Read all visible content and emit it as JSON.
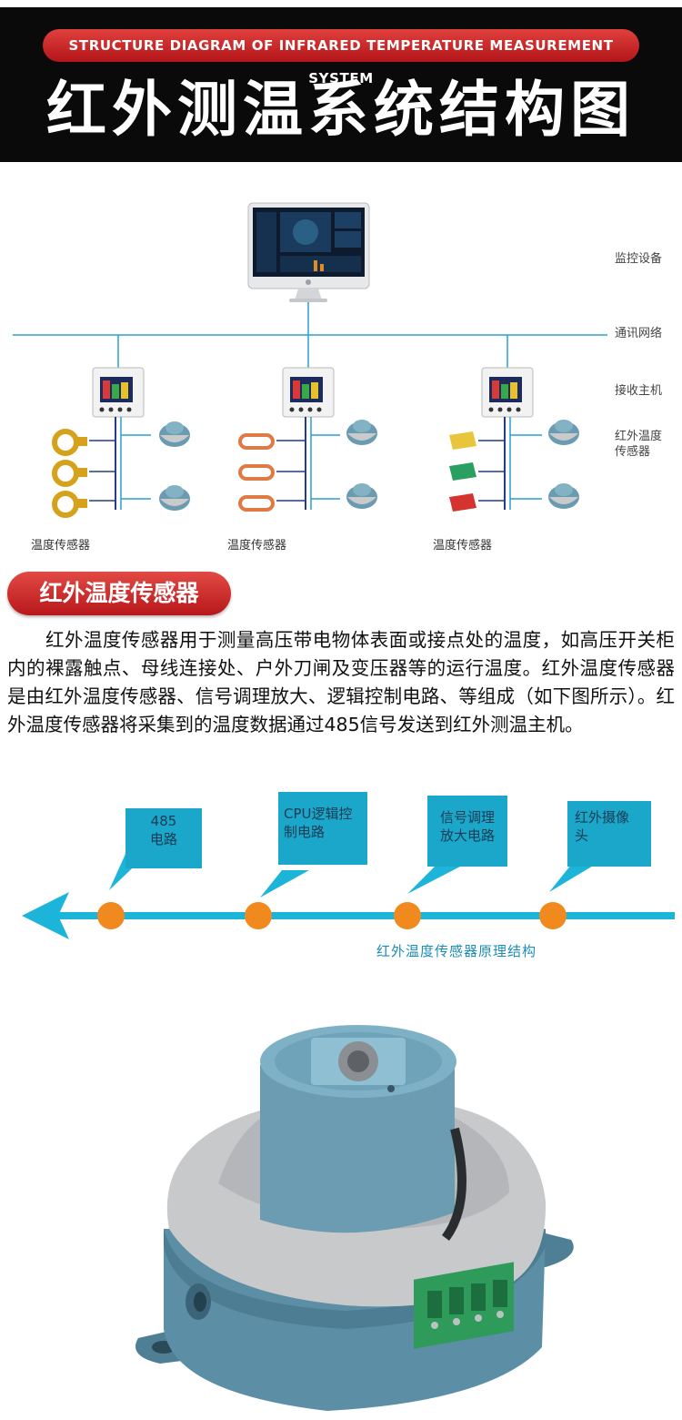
{
  "header": {
    "subtitle_en": "STRUCTURE DIAGRAM OF INFRARED TEMPERATURE MEASUREMENT SYSTEM",
    "title_cn": "红外测温系统结构图"
  },
  "system_diagram": {
    "labels": {
      "monitor": "监控设备",
      "network": "通讯网络",
      "host": "接收主机",
      "sensor_line1": "红外温度",
      "sensor_line2": "传感器"
    },
    "group_captions": [
      "温度传感器",
      "温度传感器",
      "温度传感器"
    ],
    "clamp_colors": {
      "group1": "#d6a21b",
      "group2": "#e07a44",
      "group3": [
        "#e8c53a",
        "#2aa060",
        "#d5332d"
      ]
    },
    "line_color": "#2a9fd0",
    "bus_color": "#243c8c"
  },
  "section": {
    "title": "红外温度传感器",
    "paragraph": "红外温度传感器用于测量高压带电物体表面或接点处的温度，如高压开关柜内的裸露触点、母线连接处、户外刀闸及变压器等的运行温度。红外温度传感器是由红外温度传感器、信号调理放大、逻辑控制电路、等组成（如下图所示）。红外温度传感器将采集到的温度数据通过485信号发送到红外测温主机。"
  },
  "principle": {
    "callouts": [
      {
        "line1": "485",
        "line2": "电路"
      },
      {
        "line1": "CPU逻辑控",
        "line2": "制电路"
      },
      {
        "line1": "信号调理",
        "line2": "放大电路"
      },
      {
        "line1": "红外摄像",
        "line2": "头"
      }
    ],
    "caption": "红外温度传感器原理结构",
    "arrow_color": "#1cb4d9",
    "node_color": "#f08a1e"
  },
  "product_colors": {
    "body": "#5c8fa6",
    "shell": "#c8c9cb",
    "terminal": "#2e9b5a"
  }
}
